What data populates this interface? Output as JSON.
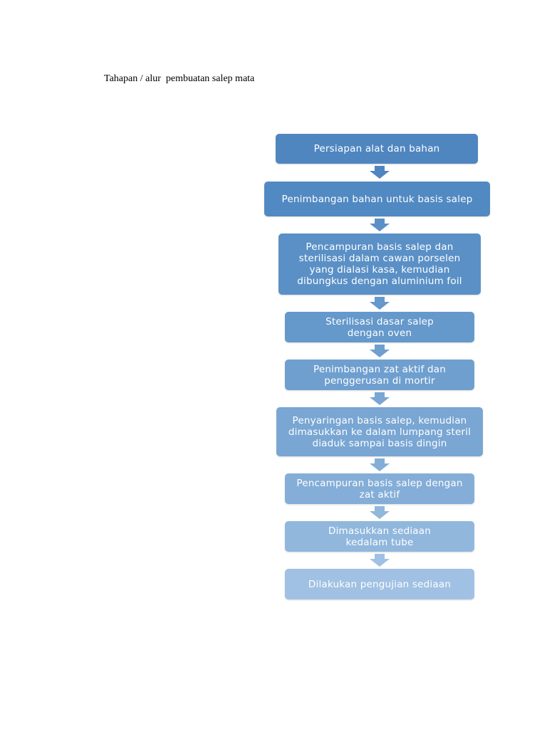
{
  "document": {
    "title": "Tahapan / alur  pembuatan salep mata"
  },
  "flowchart": {
    "steps": [
      {
        "text": "Persiapan alat dan bahan",
        "color": "#4f86c0"
      },
      {
        "text": "Penimbangan bahan untuk basis salep",
        "color": "#5189c2"
      },
      {
        "text": "Pencampuran basis salep dan sterilisasi dalam cawan porselen yang dialasi kasa, kemudian dibungkus dengan aluminium foil",
        "color": "#5a90c6"
      },
      {
        "text": "Sterilisasi dasar salep dengan oven",
        "color": "#6598cb"
      },
      {
        "text": "Penimbangan zat aktif dan penggerusan di mortir",
        "color": "#6f9fcf"
      },
      {
        "text": "Penyaringan basis salep, kemudian dimasukkan ke dalam lumpang steril diaduk sampai basis dingin",
        "color": "#79a6d3"
      },
      {
        "text": "Pencampuran basis salep dengan zat aktif",
        "color": "#84aed8"
      },
      {
        "text": "Dimasukkan sediaan kedalam tube",
        "color": "#91b7dd"
      },
      {
        "text": "Dilakukan pengujian sediaan",
        "color": "#a0c1e3"
      }
    ],
    "arrow_colors": [
      "#4f86c0",
      "#5a90c6",
      "#6598cb",
      "#6f9fcf",
      "#79a6d3",
      "#84aed8",
      "#91b7dd",
      "#a0c1e3"
    ]
  }
}
